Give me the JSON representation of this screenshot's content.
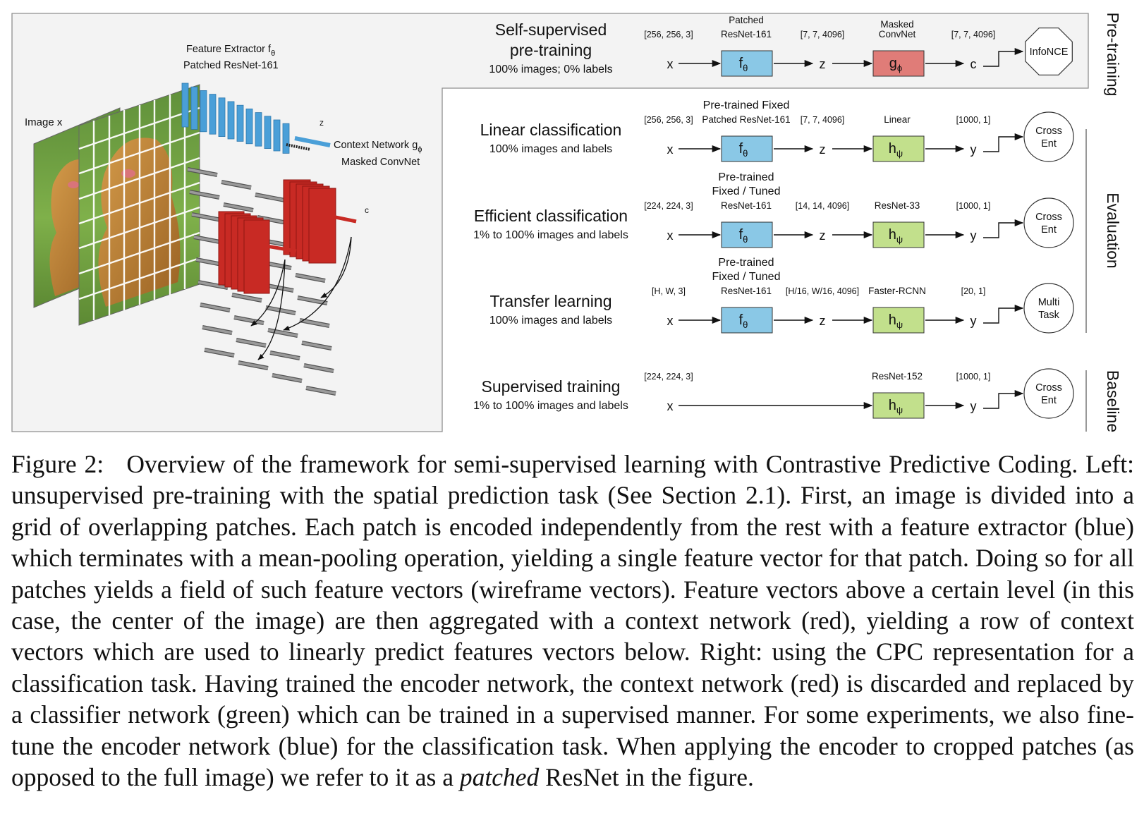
{
  "left_panel": {
    "image_label": "Image x",
    "feature_extractor_label": "Feature Extractor f",
    "feature_extractor_sub": "θ",
    "feature_extractor_model": "Patched ResNet-161",
    "z_label": "z",
    "context_network_label": "Context Network g",
    "context_network_sub": "ϕ",
    "context_network_model": "Masked ConvNet",
    "c_label": "c",
    "colors": {
      "encoder": "#4a9fd8",
      "context": "#c82a24",
      "vector": "#9a9a9a"
    }
  },
  "side_labels": {
    "pretraining": "Pre-training",
    "evaluation": "Evaluation",
    "baseline": "Baseline"
  },
  "rows": [
    {
      "id": "self-supervised",
      "title_lines": [
        "Self-supervised",
        "pre-training"
      ],
      "subtitle": "100% images; 0% labels",
      "x_shape": "[256, 256, 3]",
      "f_above": [
        "Patched",
        "ResNet-161"
      ],
      "z_shape": "[7, 7, 4096]",
      "h_above": [
        "Masked",
        "ConvNet"
      ],
      "out_shape": "[7, 7, 4096]",
      "x": "x",
      "z": "z",
      "out": "c",
      "f_box": "f",
      "f_sub": "θ",
      "h_box": "g",
      "h_sub": "ϕ",
      "loss_lines": [
        "InfoNCE"
      ]
    },
    {
      "id": "linear",
      "title_lines": [
        "Linear classification"
      ],
      "subtitle": "100% images and labels",
      "x_shape": "[256, 256, 3]",
      "f_above": [
        "Pre-trained Fixed",
        "Patched ResNet-161"
      ],
      "z_shape": "[7, 7, 4096]",
      "h_above": [
        "Linear"
      ],
      "out_shape": "[1000, 1]",
      "x": "x",
      "z": "z",
      "out": "y",
      "f_box": "f",
      "f_sub": "θ",
      "h_box": "h",
      "h_sub": "ψ",
      "loss_lines": [
        "Cross",
        "Ent"
      ]
    },
    {
      "id": "efficient",
      "title_lines": [
        "Efficient classification"
      ],
      "subtitle": "1% to 100% images and labels",
      "x_shape": "[224, 224, 3]",
      "f_above": [
        "Pre-trained",
        "Fixed / Tuned",
        "ResNet-161"
      ],
      "z_shape": "[14, 14, 4096]",
      "h_above": [
        "ResNet-33"
      ],
      "out_shape": "[1000, 1]",
      "x": "x",
      "z": "z",
      "out": "y",
      "f_box": "f",
      "f_sub": "θ",
      "h_box": "h",
      "h_sub": "ψ",
      "loss_lines": [
        "Cross",
        "Ent"
      ]
    },
    {
      "id": "transfer",
      "title_lines": [
        "Transfer learning"
      ],
      "subtitle": "100% images and labels",
      "x_shape": "[H, W, 3]",
      "f_above": [
        "Pre-trained",
        "Fixed / Tuned",
        "ResNet-161"
      ],
      "z_shape": "[H/16, W/16, 4096]",
      "h_above": [
        "Faster-RCNN"
      ],
      "out_shape": "[20, 1]",
      "x": "x",
      "z": "z",
      "out": "y",
      "f_box": "f",
      "f_sub": "θ",
      "h_box": "h",
      "h_sub": "ψ",
      "loss_lines": [
        "Multi",
        "Task"
      ]
    },
    {
      "id": "supervised",
      "title_lines": [
        "Supervised training"
      ],
      "subtitle": "1% to 100% images and labels",
      "x_shape": "[224, 224, 3]",
      "h_above": [
        "ResNet-152"
      ],
      "out_shape": "[1000, 1]",
      "x": "x",
      "out": "y",
      "h_box": "h",
      "h_sub": "ψ",
      "loss_lines": [
        "Cross",
        "Ent"
      ]
    }
  ],
  "caption": {
    "label": "Figure 2:",
    "text_before": "Overview of the framework for semi-supervised learning with Contrastive Predictive Coding. Left: unsupervised pre-training with the spatial prediction task (See Section 2.1). First, an image is divided into a grid of overlapping patches. Each patch is encoded independently from the rest with a feature extractor (blue) which terminates with a mean-pooling operation, yielding a single feature vector for that patch. Doing so for all patches yields a field of such feature vectors (wireframe vectors). Feature vectors above a certain level (in this case, the center of the image) are then aggregated with a context network (red), yielding a row of context vectors which are used to linearly predict features vectors below. Right: using the CPC representation for a classification task. Having trained the encoder network, the context network (red) is discarded and replaced by a classifier network (green) which can be trained in a supervised manner. For some experiments, we also fine-tune the encoder network (blue) for the classification task. When applying the encoder to cropped patches (as opposed to the full image) we refer to it as a",
    "emphasis": "patched",
    "text_after": "ResNet in the figure."
  }
}
